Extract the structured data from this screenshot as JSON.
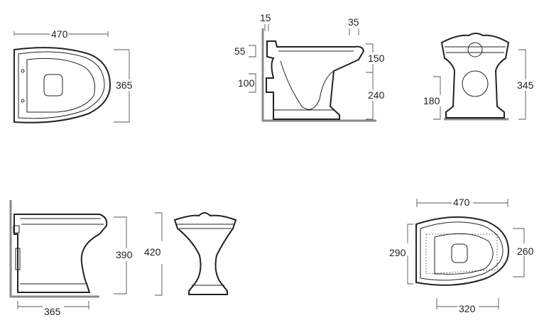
{
  "views": {
    "plan_top": {
      "width": "470",
      "depth": "365"
    },
    "side_top": {
      "wall_offset": "15",
      "rim_offset": "35",
      "inlet_height": "55",
      "rim_height": "150",
      "outlet_size": "100",
      "outlet_height": "240"
    },
    "front_top": {
      "outlet_height": "180",
      "total_height": "345"
    },
    "side_bottom": {
      "height": "390",
      "depth": "365"
    },
    "front_bottom": {
      "height": "420"
    },
    "plan_bottom": {
      "width": "470",
      "left_depth": "290",
      "right_depth": "260",
      "base_width": "320"
    }
  }
}
